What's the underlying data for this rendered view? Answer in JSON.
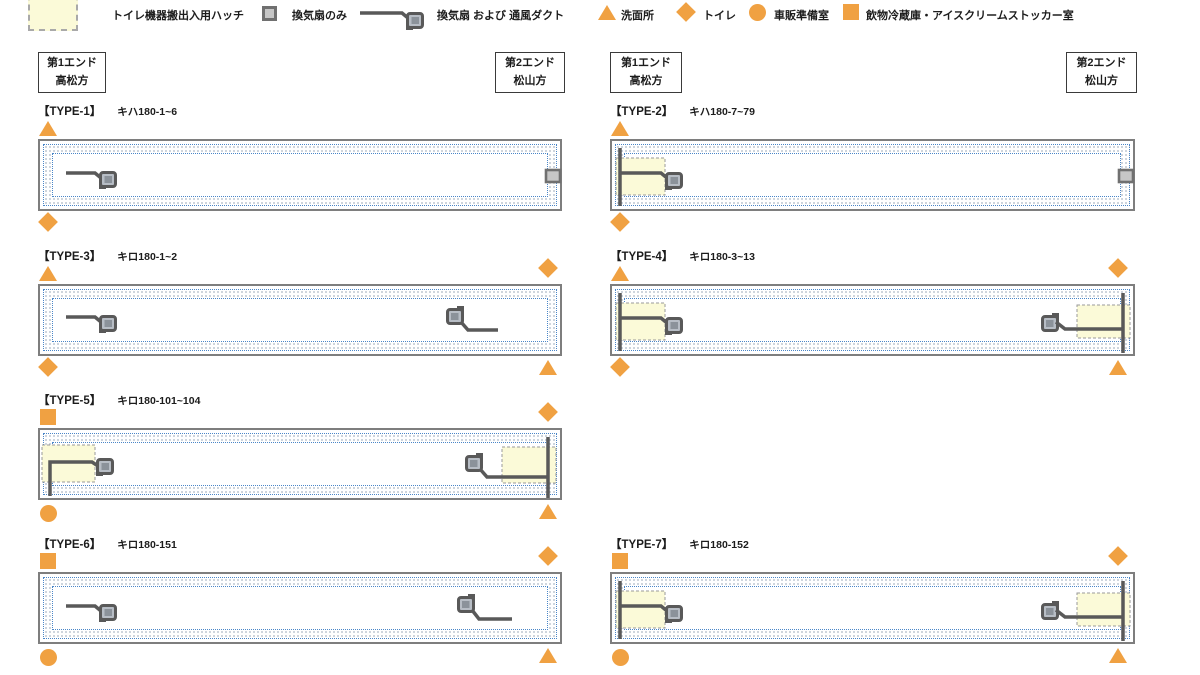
{
  "colors": {
    "marker_orange": "#F0A142",
    "hatch_yellow": "#FBFAD8",
    "dotted_blue": "#4a86c8",
    "duct_gray": "#595959",
    "car_border_gray": "#7e7e7e"
  },
  "legend": {
    "items": [
      {
        "icon": "hatch-swatch",
        "label": "トイレ機器搬出入用ハッチ"
      },
      {
        "icon": "fan-only-square",
        "label": "換気扇のみ"
      },
      {
        "icon": "fan-with-duct",
        "label": "換気扇 および 通風ダクト"
      },
      {
        "icon": "orange-triangle",
        "label": "洗面所"
      },
      {
        "icon": "orange-diamond",
        "label": "トイレ"
      },
      {
        "icon": "orange-circle",
        "label": "車販準備室"
      },
      {
        "icon": "orange-square",
        "label": "飲物冷蔵庫・アイスクリームストッカー室"
      }
    ]
  },
  "ends": {
    "end1_line1": "第1エンド",
    "end1_line2": "高松方",
    "end2_line1": "第2エンド",
    "end2_line2": "松山方"
  },
  "types": {
    "t1": {
      "name": "【TYPE-1】",
      "cars": "キハ180-1~6",
      "corner_marks": {
        "top_left": "洗面所",
        "bottom_left": "トイレ"
      }
    },
    "t2": {
      "name": "【TYPE-2】",
      "cars": "キハ180-7~79",
      "corner_marks": {
        "top_left": "洗面所",
        "bottom_left": "トイレ"
      }
    },
    "t3": {
      "name": "【TYPE-3】",
      "cars": "キロ180-1~2",
      "corner_marks": {
        "top_left": "洗面所",
        "top_right": "トイレ",
        "bottom_left": "トイレ",
        "bottom_right": "洗面所"
      }
    },
    "t4": {
      "name": "【TYPE-4】",
      "cars": "キロ180-3~13",
      "corner_marks": {
        "top_left": "洗面所",
        "top_right": "トイレ",
        "bottom_left": "トイレ",
        "bottom_right": "洗面所"
      }
    },
    "t5": {
      "name": "【TYPE-5】",
      "cars": "キロ180-101~104",
      "corner_marks": {
        "top_left": "飲物冷蔵庫・アイスクリームストッカー室",
        "top_right": "トイレ",
        "bottom_left": "車販準備室",
        "bottom_right": "洗面所"
      }
    },
    "t6": {
      "name": "【TYPE-6】",
      "cars": "キロ180-151",
      "corner_marks": {
        "top_left": "飲物冷蔵庫・アイスクリームストッカー室",
        "top_right": "トイレ",
        "bottom_left": "車販準備室",
        "bottom_right": "洗面所"
      }
    },
    "t7": {
      "name": "【TYPE-7】",
      "cars": "キロ180-152",
      "corner_marks": {
        "top_left": "飲物冷蔵庫・アイスクリームストッカー室",
        "top_right": "トイレ",
        "bottom_left": "車販準備室",
        "bottom_right": "洗面所"
      }
    }
  }
}
